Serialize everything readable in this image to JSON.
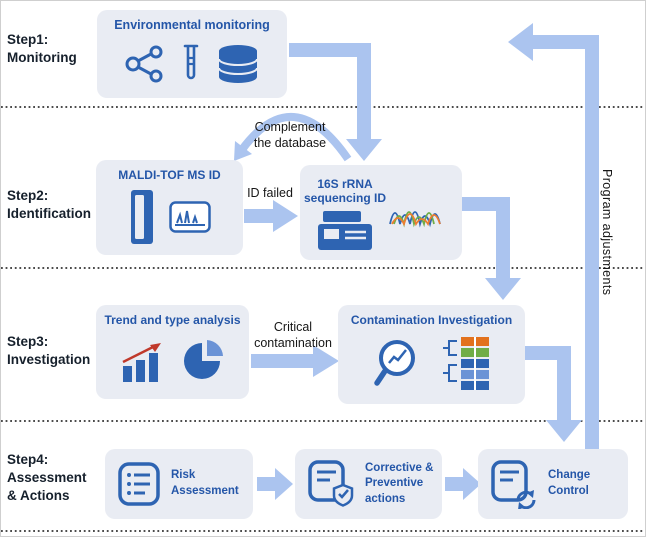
{
  "colors": {
    "box_background": "#e9ecf3",
    "accent_blue": "#2456a8",
    "icon_blue": "#2e64b2",
    "arrow_blue": "#abc4ef",
    "step_label_color": "#16202c",
    "annotation_color": "#161616",
    "trend_red": "#c0392b",
    "heatmap_orange": "#e2711d",
    "heatmap_green": "#70ad47"
  },
  "steps": [
    {
      "lines": [
        "Step1:",
        "Monitoring"
      ]
    },
    {
      "lines": [
        "Step2:",
        "Identification"
      ]
    },
    {
      "lines": [
        "Step3:",
        "Investigation"
      ]
    },
    {
      "lines": [
        "Step4:",
        "Assessment",
        "& Actions"
      ]
    }
  ],
  "boxes": {
    "environmental": {
      "title": "Environmental monitoring"
    },
    "maldi": {
      "title": "MALDI-TOF MS ID"
    },
    "sixteen_s": {
      "title_lines": [
        "16S rRNA",
        "sequencing ID"
      ]
    },
    "trend": {
      "title": "Trend and type analysis"
    },
    "contamination": {
      "title": "Contamination Investigation"
    },
    "risk": {
      "label_lines": [
        "Risk",
        "Assessment"
      ]
    },
    "corrective": {
      "label_lines": [
        "Corrective &",
        "Preventive",
        "actions"
      ]
    },
    "change": {
      "label_lines": [
        "Change",
        "Control"
      ]
    }
  },
  "annotations": {
    "complement_lines": [
      "Complement",
      "the database"
    ],
    "id_failed": "ID failed",
    "critical_lines": [
      "Critical",
      "contamination"
    ],
    "program_adjustments": "Program adjustments"
  }
}
